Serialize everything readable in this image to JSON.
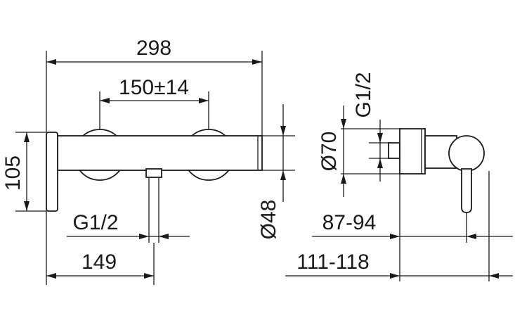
{
  "front_view": {
    "overall_width": "298",
    "centers": "150±14",
    "height": "105",
    "inlet_thread": "G1/2",
    "outlet_offset": "149",
    "body_diameter": "Ø48"
  },
  "side_view": {
    "inlet_thread": "G1/2",
    "rosette_diameter": "Ø70",
    "depth_min": "87-94",
    "depth_max": "111-118"
  }
}
